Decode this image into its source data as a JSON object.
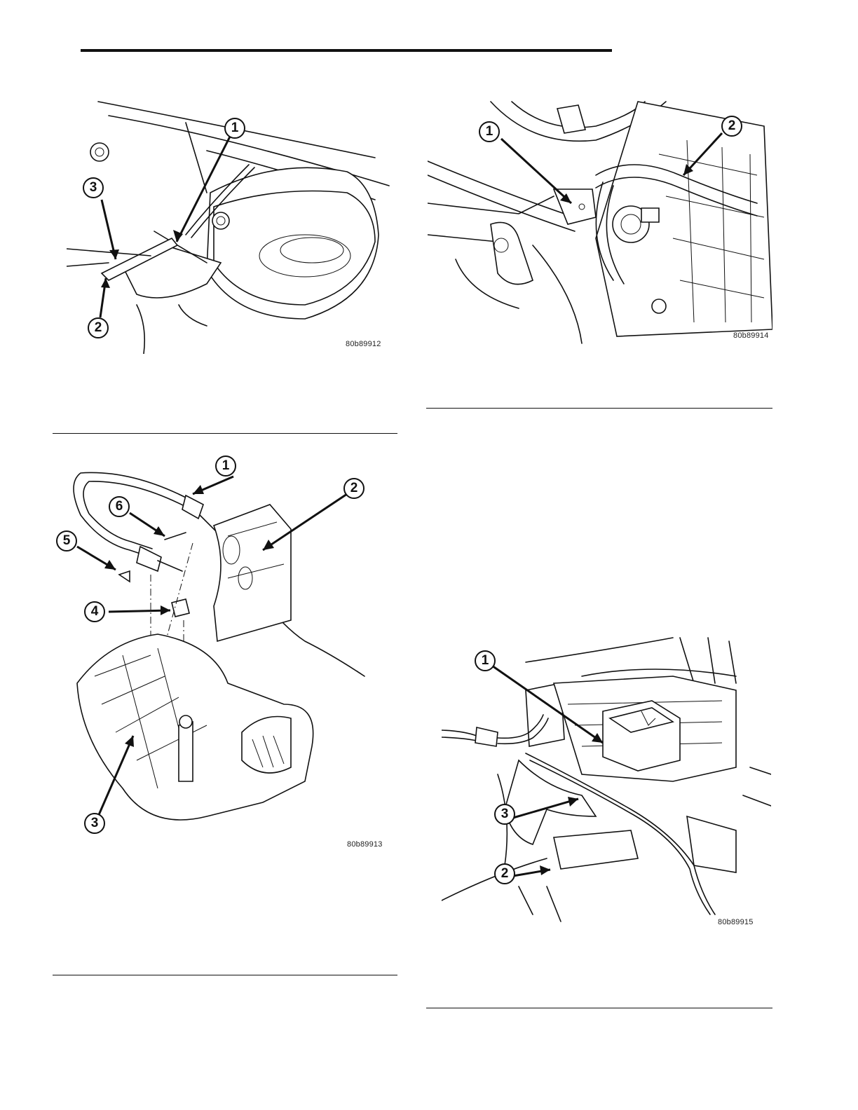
{
  "figures": [
    {
      "figure_id": "80b89912",
      "callouts": [
        "1",
        "2",
        "3"
      ]
    },
    {
      "figure_id": "80b89914",
      "callouts": [
        "1",
        "2"
      ]
    },
    {
      "figure_id": "80b89913",
      "callouts": [
        "1",
        "2",
        "3",
        "4",
        "5",
        "6"
      ]
    },
    {
      "figure_id": "80b89915",
      "callouts": [
        "1",
        "2",
        "3"
      ]
    }
  ]
}
